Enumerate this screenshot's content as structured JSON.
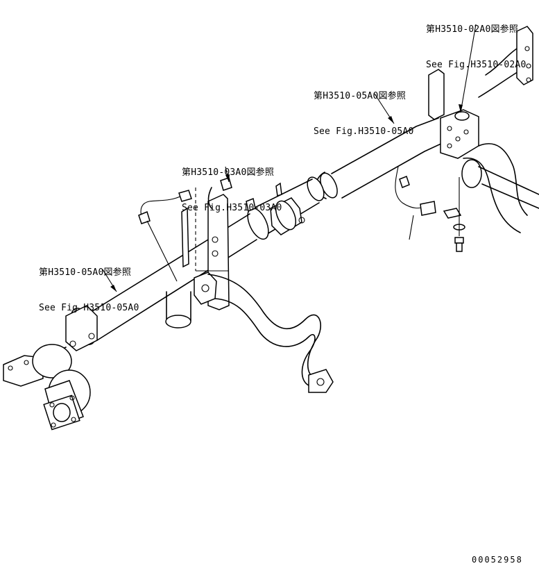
{
  "callouts": [
    {
      "id": "ref-02a0",
      "jp": "第H3510-02A0図参照",
      "en": "See Fig.H3510-02A0"
    },
    {
      "id": "ref-05a0-top",
      "jp": "第H3510-05A0図参照",
      "en": "See Fig.H3510-05A0"
    },
    {
      "id": "ref-03a0",
      "jp": "第H3510-03A0図参照",
      "en": "See Fig.H3510-03A0"
    },
    {
      "id": "ref-05a0-left",
      "jp": "第H3510-05A0図参照",
      "en": "See Fig H3510-05A0"
    }
  ],
  "drawing_number": "00052958"
}
